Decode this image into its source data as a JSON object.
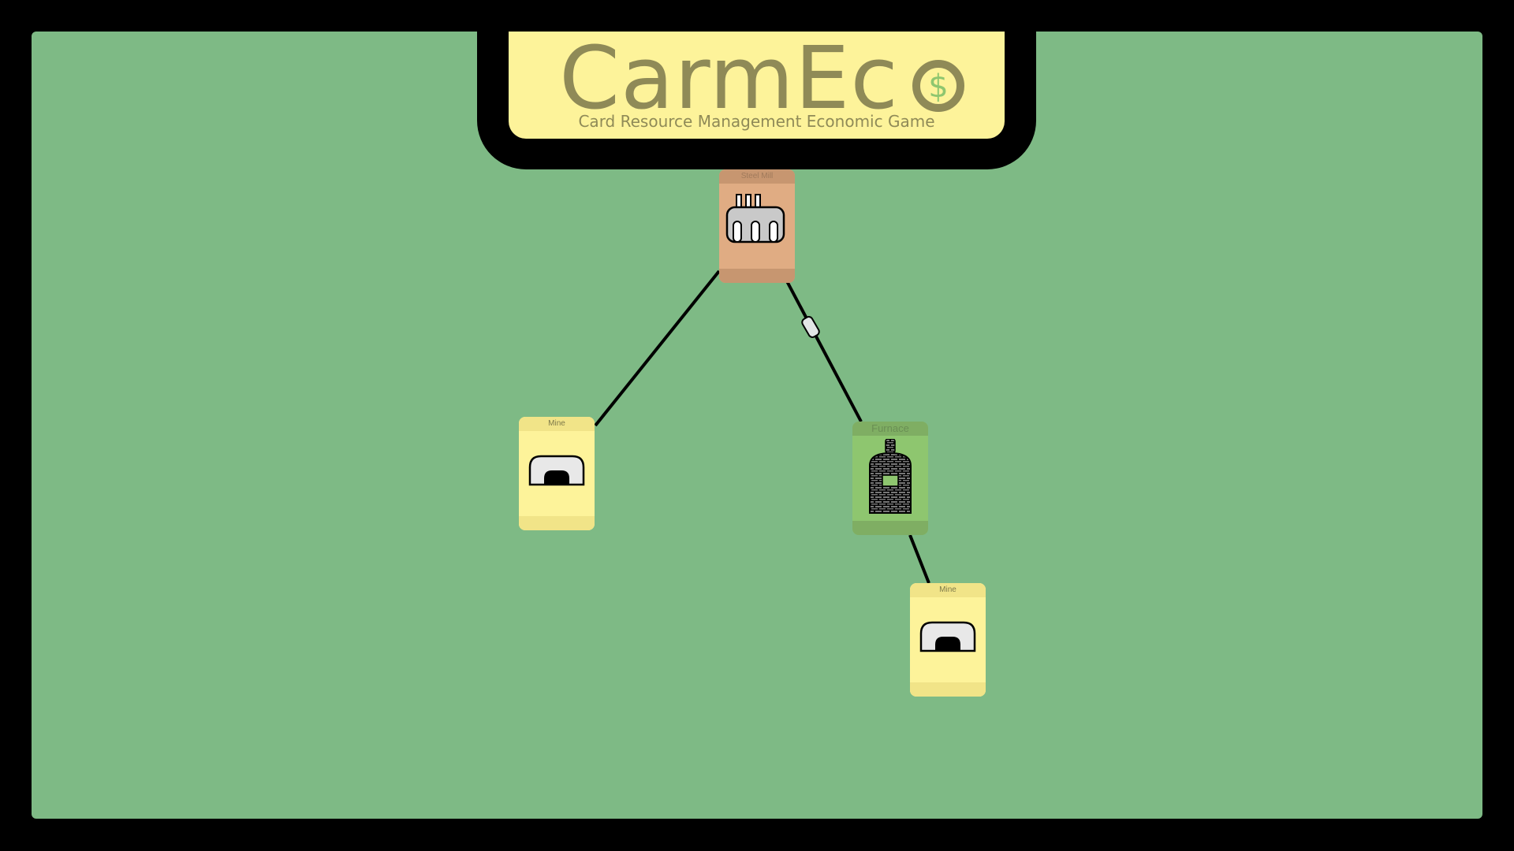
{
  "header": {
    "logo_text": "CarmEc",
    "logo_coin_symbol": "$",
    "subtitle": "Card Resource Management Economic Game"
  },
  "cards": {
    "steel_mill": {
      "label": "Steel Mill",
      "icon": "factory-icon"
    },
    "mine_left": {
      "label": "Mine",
      "icon": "mine-tunnel-icon"
    },
    "furnace": {
      "label": "Furnace",
      "icon": "brick-furnace-icon"
    },
    "mine_right": {
      "label": "Mine",
      "icon": "mine-tunnel-icon"
    }
  },
  "links": {
    "icon": "connector-node-icon"
  },
  "colors": {
    "board": "#7eba85",
    "frame": "#000000",
    "title_panel": "#fdf39a",
    "title_text": "#8f8a57",
    "coin_dollar": "#8ec66f",
    "steel_mill_card": "#e0ac83",
    "mine_card": "#fdf39a",
    "furnace_card": "#8ec66f"
  }
}
